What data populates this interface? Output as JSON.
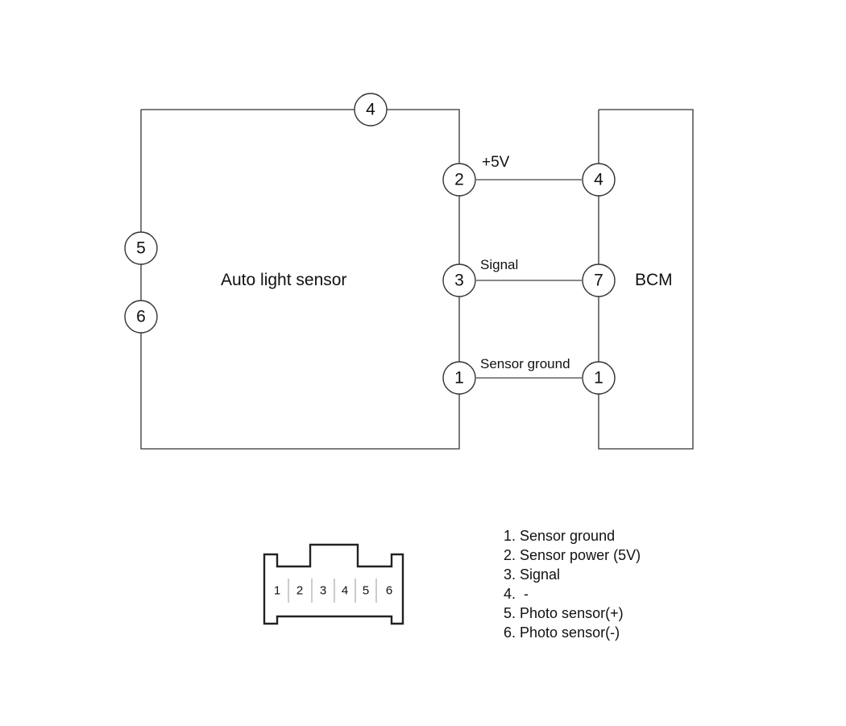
{
  "sensor": {
    "label": "Auto light sensor",
    "pins": {
      "p4": "4",
      "p5": "5",
      "p6": "6",
      "p2": "2",
      "p3": "3",
      "p1": "1"
    }
  },
  "bcm": {
    "label": "BCM",
    "pins": {
      "p4": "4",
      "p7": "7",
      "p1": "1"
    }
  },
  "wires": {
    "power_label": "+5V",
    "signal_label": "Signal",
    "ground_label": "Sensor ground"
  },
  "connector": {
    "cavities": [
      "1",
      "2",
      "3",
      "4",
      "5",
      "6"
    ]
  },
  "legend": {
    "items": [
      "1. Sensor ground",
      "2. Sensor power (5V)",
      "3. Signal",
      "4.  -",
      "5. Photo sensor(+)",
      "6. Photo sensor(-)"
    ]
  }
}
